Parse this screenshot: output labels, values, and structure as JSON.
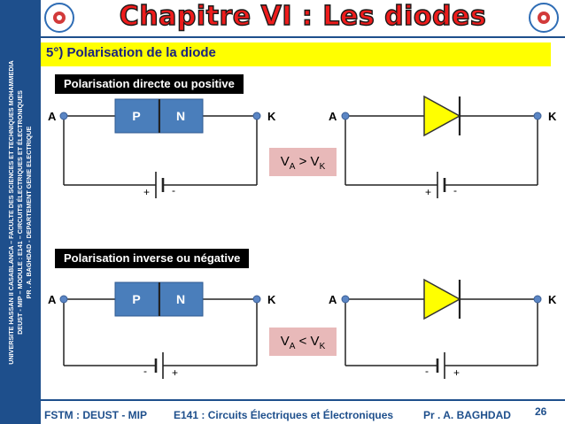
{
  "header": {
    "title": "Chapitre VI : Les diodes",
    "sidebar_line1": "UNIVERSITE HASSAN II CASABLANCA  –  FACULTE DES SCIENCES ET TECHNIQUES MOHAMMEDIA",
    "sidebar_line2": "DEUST - MIP  –  MODULE : E141  –  CIRCUITS ÉLECTRIQUES ET ÉLECTRONIQUES",
    "sidebar_line3": "PR . A. BAGHDAD  -  DEPARTEMENT GENIE ELECTRIQUE"
  },
  "section": {
    "title": "5°) Polarisation de la diode"
  },
  "circuits": {
    "node_a": "A",
    "node_k": "K",
    "p_label": "P",
    "n_label": "N",
    "plus": "+",
    "minus": "-"
  },
  "direct": {
    "label": "Polarisation directe ou positive",
    "condition": {
      "v": "V",
      "sub_a": "A",
      "op": " > ",
      "sub_k": "K"
    }
  },
  "inverse": {
    "label": "Polarisation inverse ou négative",
    "condition": {
      "v": "V",
      "sub_a": "A",
      "op": " < ",
      "sub_k": "K"
    }
  },
  "footer": {
    "left": "FSTM : DEUST - MIP",
    "center": "E141 : Circuits Électriques et Électroniques",
    "right": "Pr . A. BAGHDAD",
    "page": "26"
  },
  "colors": {
    "sidebar": "#1e4f8c",
    "highlight": "#ffff00",
    "pn_block": "#4a7ebb",
    "diode": "#ffff00",
    "condition_box": "#e8b9b9",
    "title_red": "#ee1c1c"
  }
}
